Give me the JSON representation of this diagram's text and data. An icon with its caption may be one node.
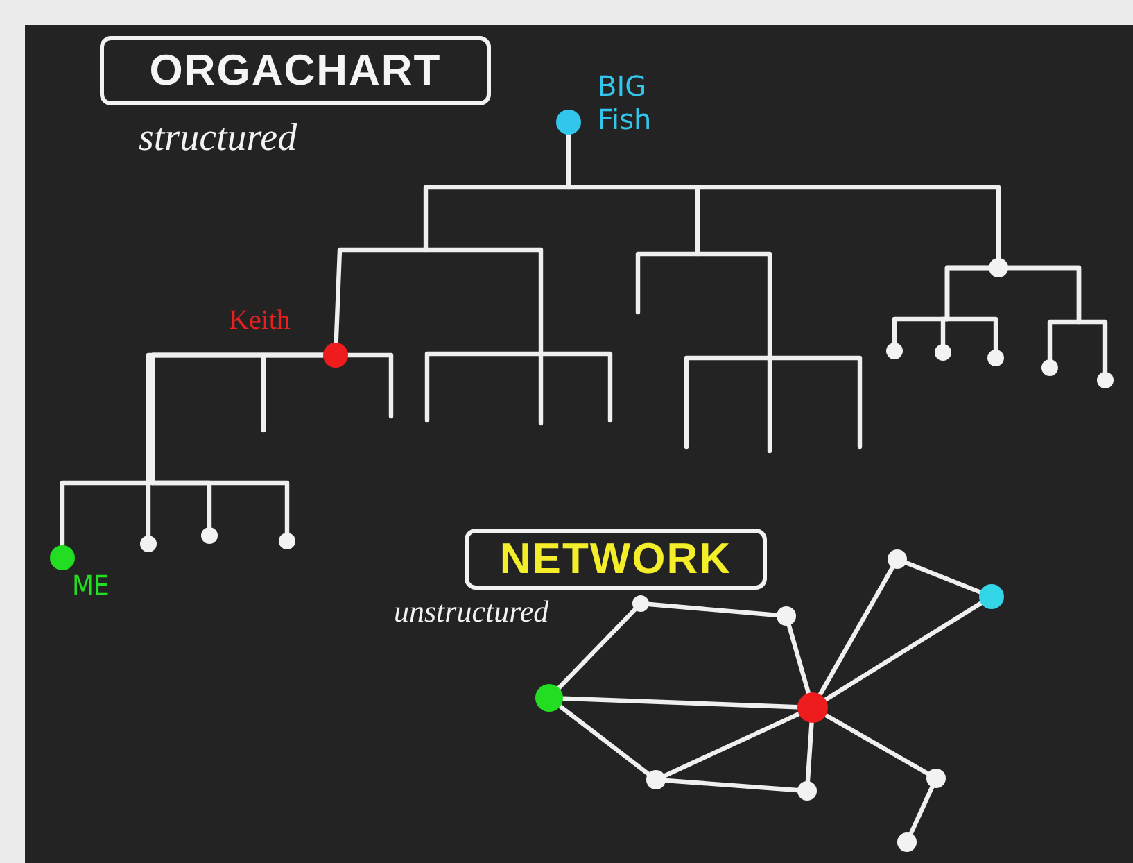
{
  "diagram": {
    "nodes": [
      {
        "text": [
          "ORGACHART"
        ],
        "beside": [
          "structured"
        ]
      },
      {
        "text": [],
        "shape": "circle",
        "beside": [
          "BIG Fish"
        ]
      },
      {
        "text": [],
        "shape": "circle",
        "beside": [
          "Keith"
        ]
      },
      {
        "text": [],
        "shape": "circle",
        "beside": [
          "ME"
        ]
      },
      {
        "text": [],
        "shape": "circle"
      },
      {
        "text": [],
        "shape": "circle"
      },
      {
        "text": [],
        "shape": "circle"
      },
      {
        "text": [],
        "shape": "circle"
      },
      {
        "text": [],
        "shape": "circle"
      },
      {
        "text": [],
        "shape": "circle"
      },
      {
        "text": [],
        "shape": "circle"
      },
      {
        "text": [],
        "shape": "circle"
      },
      {
        "text": [],
        "shape": "circle"
      },
      {
        "text": [
          "NETWORK"
        ],
        "beside": [
          "unstructured"
        ]
      },
      {
        "text": [],
        "shape": "circle"
      },
      {
        "text": [],
        "shape": "circle"
      },
      {
        "text": [],
        "shape": "circle"
      },
      {
        "text": [],
        "shape": "circle"
      },
      {
        "text": [],
        "shape": "circle"
      },
      {
        "text": [],
        "shape": "circle"
      },
      {
        "text": [],
        "shape": "circle"
      },
      {
        "text": [],
        "shape": "circle"
      },
      {
        "text": [],
        "shape": "circle"
      },
      {
        "text": [],
        "shape": "circle"
      }
    ],
    "edges": [
      {
        "from": 1,
        "to": 2,
        "arrow": "none"
      },
      {
        "from": 1,
        "to": 7,
        "arrow": "none"
      },
      {
        "from": 2,
        "to": 3,
        "arrow": "none"
      },
      {
        "from": 2,
        "to": 4,
        "arrow": "none"
      },
      {
        "from": 2,
        "to": 5,
        "arrow": "none"
      },
      {
        "from": 2,
        "to": 6,
        "arrow": "none"
      },
      {
        "from": 7,
        "to": 8,
        "arrow": "none"
      },
      {
        "from": 7,
        "to": 9,
        "arrow": "none"
      },
      {
        "from": 7,
        "to": 10,
        "arrow": "none"
      },
      {
        "from": 7,
        "to": 11,
        "arrow": "none"
      },
      {
        "from": 7,
        "to": 12,
        "arrow": "none"
      },
      {
        "from": 14,
        "to": 18,
        "arrow": "none"
      },
      {
        "from": 14,
        "to": 15,
        "arrow": "none"
      },
      {
        "from": 15,
        "to": 19,
        "arrow": "none"
      },
      {
        "from": 16,
        "to": 19,
        "arrow": "none"
      },
      {
        "from": 16,
        "to": 17,
        "arrow": "none"
      },
      {
        "from": 17,
        "to": 19,
        "arrow": "none"
      },
      {
        "from": 18,
        "to": 19,
        "arrow": "none"
      },
      {
        "from": 18,
        "to": 20,
        "arrow": "none"
      },
      {
        "from": 20,
        "to": 19,
        "arrow": "none"
      },
      {
        "from": 20,
        "to": 21,
        "arrow": "none"
      },
      {
        "from": 19,
        "to": 21,
        "arrow": "none"
      },
      {
        "from": 19,
        "to": 22,
        "arrow": "none"
      },
      {
        "from": 22,
        "to": 23,
        "arrow": "none"
      }
    ]
  }
}
